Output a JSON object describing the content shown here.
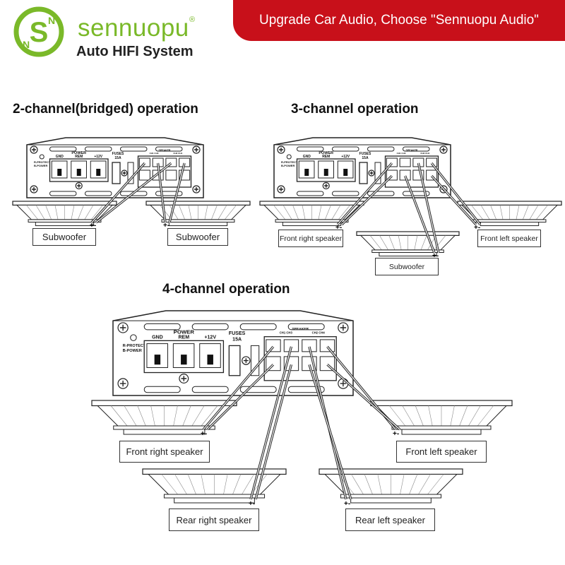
{
  "header": {
    "brand": "sennuopu",
    "registered": "®",
    "tagline": "Auto HIFI System",
    "banner": "Upgrade Car Audio, Choose \"Sennuopu Audio\"",
    "logo_letters": "SNN"
  },
  "colors": {
    "brand_green": "#7ab929",
    "banner_red": "#c8101a"
  },
  "amp_labels": {
    "gnd": "GND",
    "power": "POWER",
    "rem": "REM",
    "v12": "+12V",
    "fuses": "FUSES",
    "fuse_rating": "15A",
    "speaker": "SPEAKER",
    "ch13": "CH1 CH3",
    "ch24": "CH2 CH4",
    "protect": "R-PROTECT",
    "bpower": "B-POWER"
  },
  "sections": [
    {
      "title": "2-channel(bridged) operation",
      "speakers": [
        "Subwoofer",
        "Subwoofer"
      ]
    },
    {
      "title": "3-channel operation",
      "speakers": [
        "Front right speaker",
        "Front left speaker",
        "Subwoofer"
      ]
    },
    {
      "title": "4-channel operation",
      "speakers": [
        "Front right speaker",
        "Front left speaker",
        "Rear right speaker",
        "Rear left speaker"
      ]
    }
  ]
}
